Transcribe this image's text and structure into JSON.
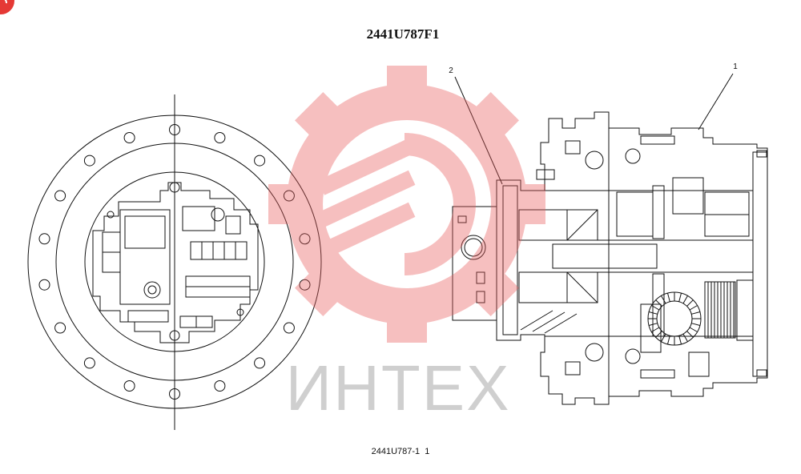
{
  "title": "2441U787F1",
  "footer": "2441U787-1  1",
  "callouts": {
    "part_1": "1",
    "part_2": "2"
  },
  "watermark": {
    "brand": "ИНТЕХ",
    "logo_color": "#e85a5a",
    "text_color": "#cfcfcf"
  },
  "colors": {
    "line": "#111111",
    "background": "#ffffff",
    "badge": "#e53935"
  },
  "icons": {
    "corner_badge": "red-circle-badge-icon",
    "watermark_logo": "gear-logo-icon"
  }
}
